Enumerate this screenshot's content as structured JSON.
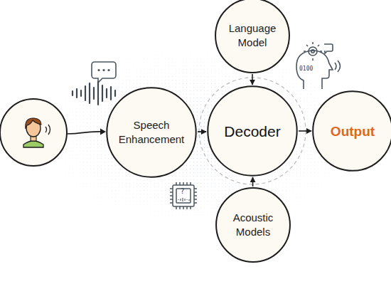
{
  "diagram": {
    "nodes": [
      {
        "text": [
          "Speech Enhancement"
        ]
      },
      {
        "text": [
          "Language Model"
        ]
      },
      {
        "text": [
          "Decoder"
        ]
      },
      {
        "text": [
          "Acoustic Models"
        ]
      },
      {
        "text": [
          "Output"
        ]
      }
    ],
    "edges": [
      {
        "from": 0,
        "to": 2,
        "arrow": "to"
      },
      {
        "from": 1,
        "to": 2,
        "arrow": "to"
      },
      {
        "from": 3,
        "to": 2,
        "arrow": "to"
      },
      {
        "from": 2,
        "to": 4,
        "arrow": "to"
      }
    ],
    "labels": [
      "0100",
      "?"
    ]
  }
}
